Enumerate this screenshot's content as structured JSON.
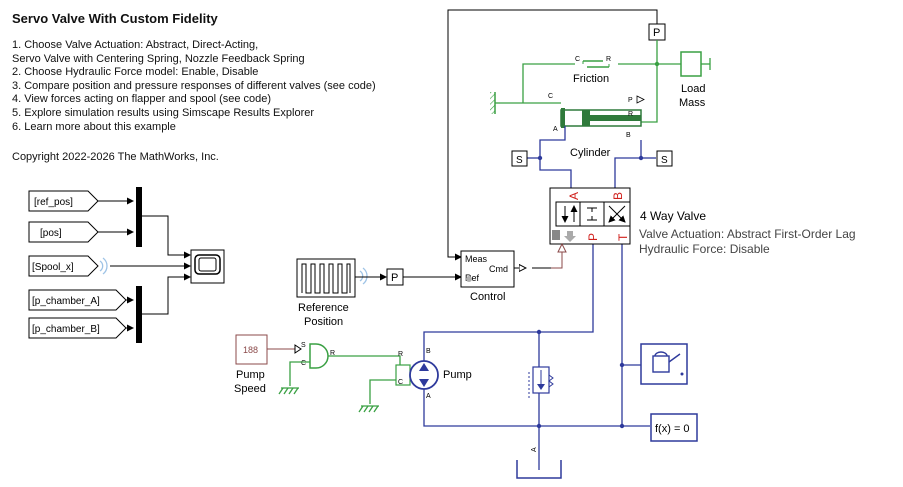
{
  "title": "Servo Valve With Custom Fidelity",
  "instructions": [
    "1. Choose Valve Actuation: Abstract, Direct-Acting,",
    "Servo Valve with Centering Spring, Nozzle Feedback Spring",
    "2. Choose Hydraulic Force model: Enable, Disable",
    "3. Compare position and pressure responses of different valves (see code)",
    "4. View forces acting on flapper and spool (see code)",
    "5. Explore simulation results using Simscape Results Explorer",
    "6. Learn more about this example"
  ],
  "copyright": "Copyright 2022-2026 The MathWorks, Inc.",
  "goto_tags": {
    "ref_pos": "[ref_pos]",
    "pos": "[pos]",
    "spool_x": "[Spool_x]",
    "p_chamber_a": "[p_chamber_A]",
    "p_chamber_b": "[p_chamber_B]"
  },
  "blocks": {
    "friction": "Friction",
    "load_mass_1": "Load",
    "load_mass_2": "Mass",
    "cylinder": "Cylinder",
    "valve_name": "4 Way Valve",
    "valve_actuation": "Valve Actuation: Abstract First-Order Lag",
    "hydraulic_force": "Hydraulic Force: Disable",
    "reference_1": "Reference",
    "reference_2": "Position",
    "control": "Control",
    "pump": "Pump",
    "pump_speed_1": "Pump",
    "pump_speed_2": "Speed",
    "pump_speed_value": "188",
    "fx": "f(x) = 0"
  },
  "ports": {
    "p": "P",
    "s": "S",
    "c": "C",
    "r": "R",
    "a": "A",
    "b": "B",
    "t": "T",
    "meas": "Meas",
    "ref": "Ref",
    "cmd": "Cmd",
    "p_out": "P"
  },
  "colors": {
    "hydraulic": "#2e3a9c",
    "mechanical": "#3aa043",
    "signal": "#000000",
    "valve_port": "#d0201c",
    "physical_signal": "#8b4a4a",
    "cylinder_green": "#2f7a3b"
  }
}
